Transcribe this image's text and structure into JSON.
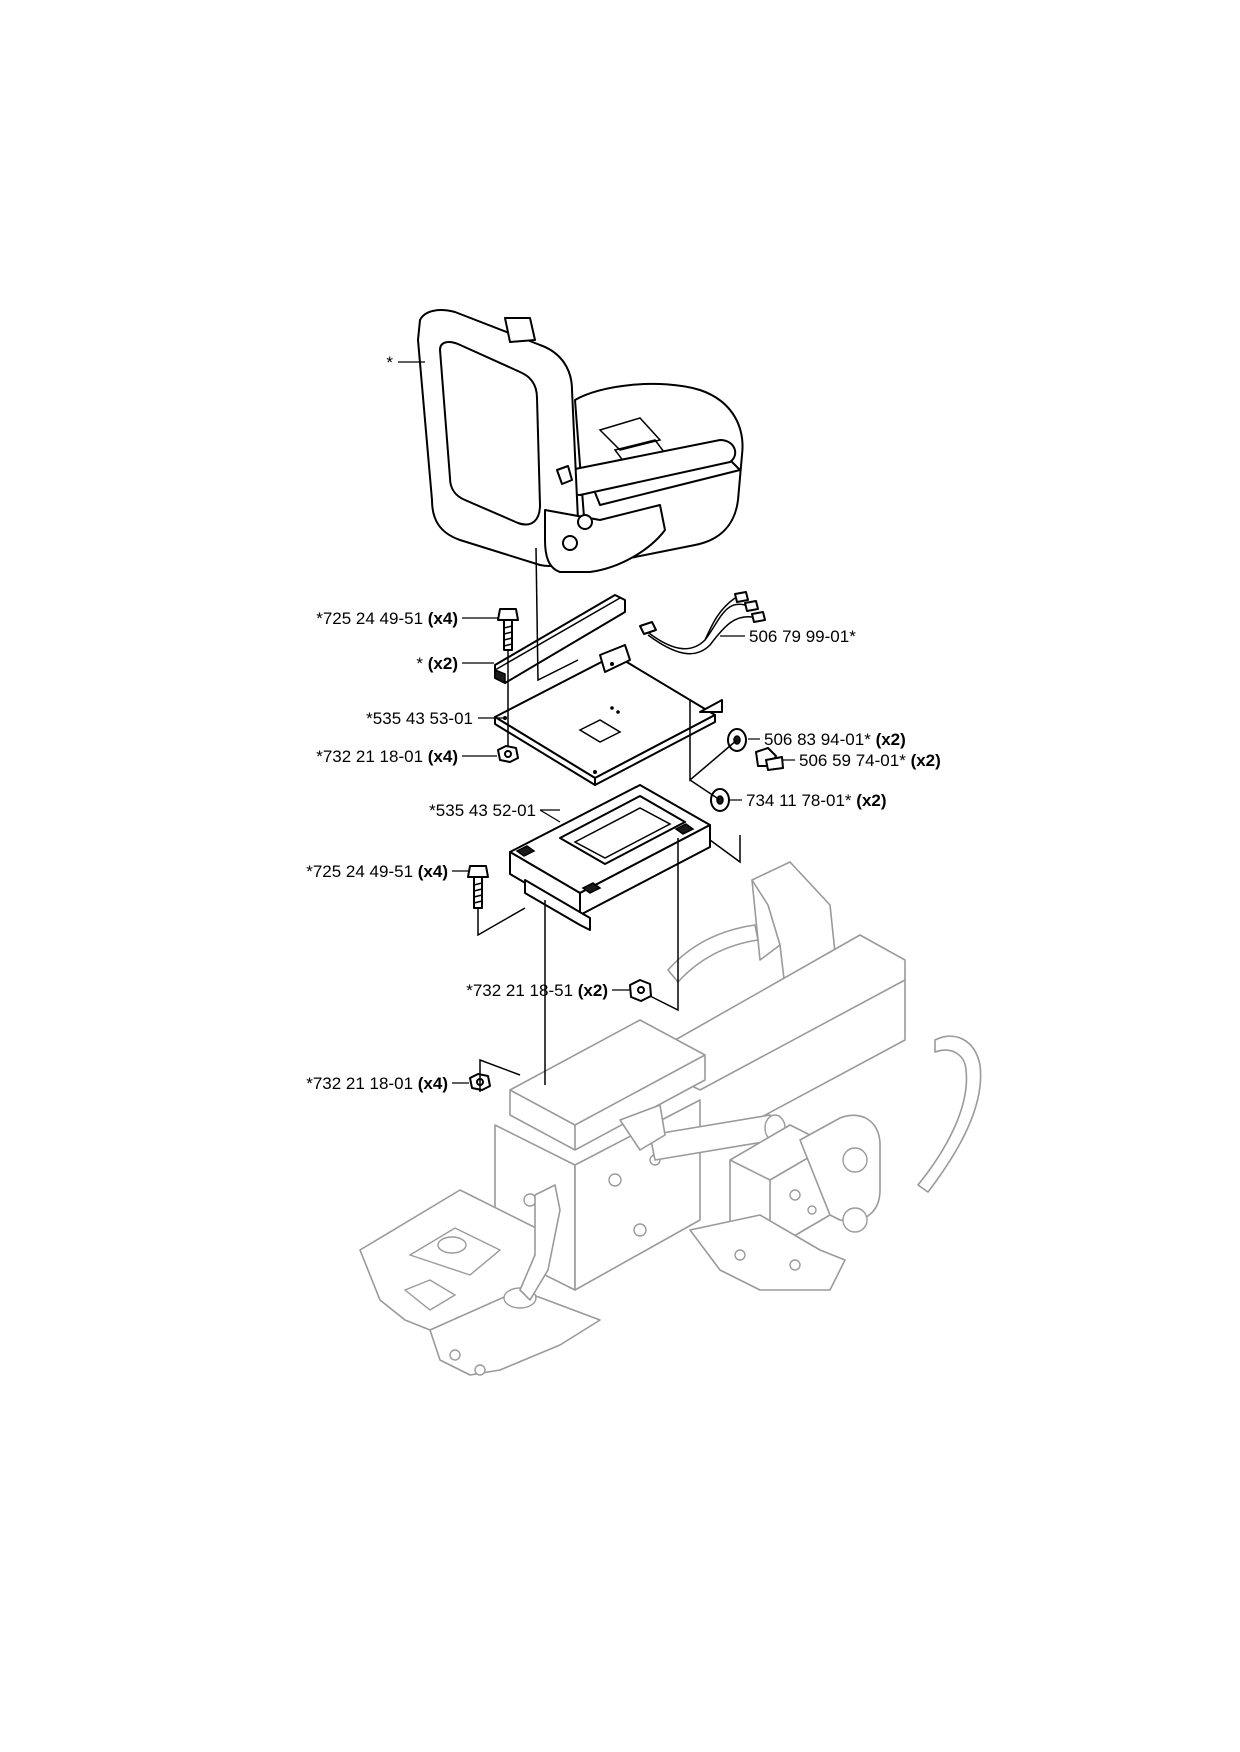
{
  "labels": {
    "seat": {
      "text": "*"
    },
    "bolt_top": {
      "text": "*725 24 49-51",
      "qty": "(x4)"
    },
    "rail": {
      "text": "*",
      "qty": "(x2)"
    },
    "harness": {
      "text": "506 79 99-01*"
    },
    "plate_top": {
      "text": "*535 43 53-01"
    },
    "washer_a": {
      "text": "506 83 94-01*",
      "qty": "(x2)"
    },
    "nut_top": {
      "text": "*732 21 18-01",
      "qty": "(x4)"
    },
    "knob": {
      "text": "506 59 74-01*",
      "qty": "(x2)"
    },
    "washer_b": {
      "text": "734 11 78-01*",
      "qty": "(x2)"
    },
    "bracket": {
      "text": "*535 43 52-01"
    },
    "bolt_mid": {
      "text": "*725 24 49-51",
      "qty": "(x4)"
    },
    "nut_mid": {
      "text": "*732 21 18-51",
      "qty": "(x2)"
    },
    "nut_bottom": {
      "text": "*732 21 18-01",
      "qty": "(x4)"
    }
  }
}
